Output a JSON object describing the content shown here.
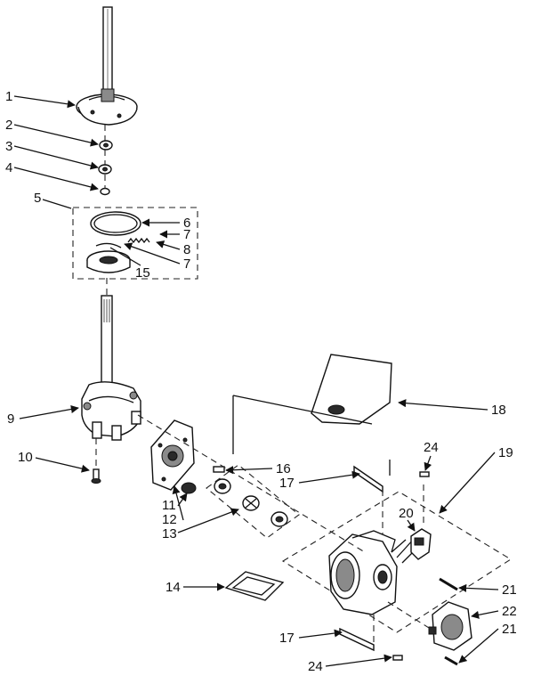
{
  "diagram": {
    "callouts": [
      {
        "id": "c1",
        "text": "1"
      },
      {
        "id": "c2",
        "text": "2"
      },
      {
        "id": "c3",
        "text": "3"
      },
      {
        "id": "c4",
        "text": "4"
      },
      {
        "id": "c5",
        "text": "5"
      },
      {
        "id": "c6",
        "text": "6"
      },
      {
        "id": "c7a",
        "text": "7"
      },
      {
        "id": "c8",
        "text": "8"
      },
      {
        "id": "c7b",
        "text": "7"
      },
      {
        "id": "c15",
        "text": "15"
      },
      {
        "id": "c9",
        "text": "9"
      },
      {
        "id": "c10",
        "text": "10"
      },
      {
        "id": "c11",
        "text": "11"
      },
      {
        "id": "c12",
        "text": "12"
      },
      {
        "id": "c13",
        "text": "13"
      },
      {
        "id": "c14",
        "text": "14"
      },
      {
        "id": "c16",
        "text": "16"
      },
      {
        "id": "c17a",
        "text": "17"
      },
      {
        "id": "c17b",
        "text": "17"
      },
      {
        "id": "c18",
        "text": "18"
      },
      {
        "id": "c19",
        "text": "19"
      },
      {
        "id": "c20",
        "text": "20"
      },
      {
        "id": "c21a",
        "text": "21"
      },
      {
        "id": "c21b",
        "text": "21"
      },
      {
        "id": "c22",
        "text": "22"
      },
      {
        "id": "c24a",
        "text": "24"
      },
      {
        "id": "c24b",
        "text": "24"
      }
    ]
  }
}
